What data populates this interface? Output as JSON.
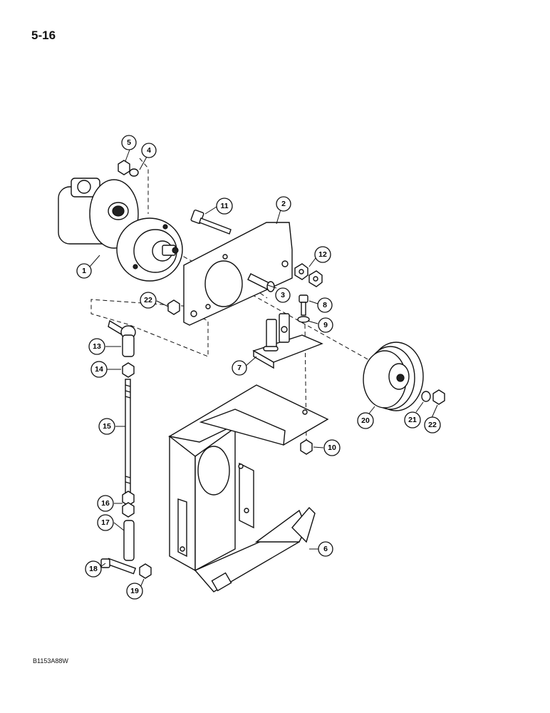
{
  "page": {
    "number": "5-16",
    "figure_code": "B1153A88W"
  },
  "callouts": [
    "1",
    "2",
    "3",
    "4",
    "5",
    "6",
    "7",
    "8",
    "9",
    "10",
    "11",
    "12",
    "13",
    "14",
    "15",
    "16",
    "17",
    "18",
    "19",
    "20",
    "21",
    "22",
    "22"
  ]
}
